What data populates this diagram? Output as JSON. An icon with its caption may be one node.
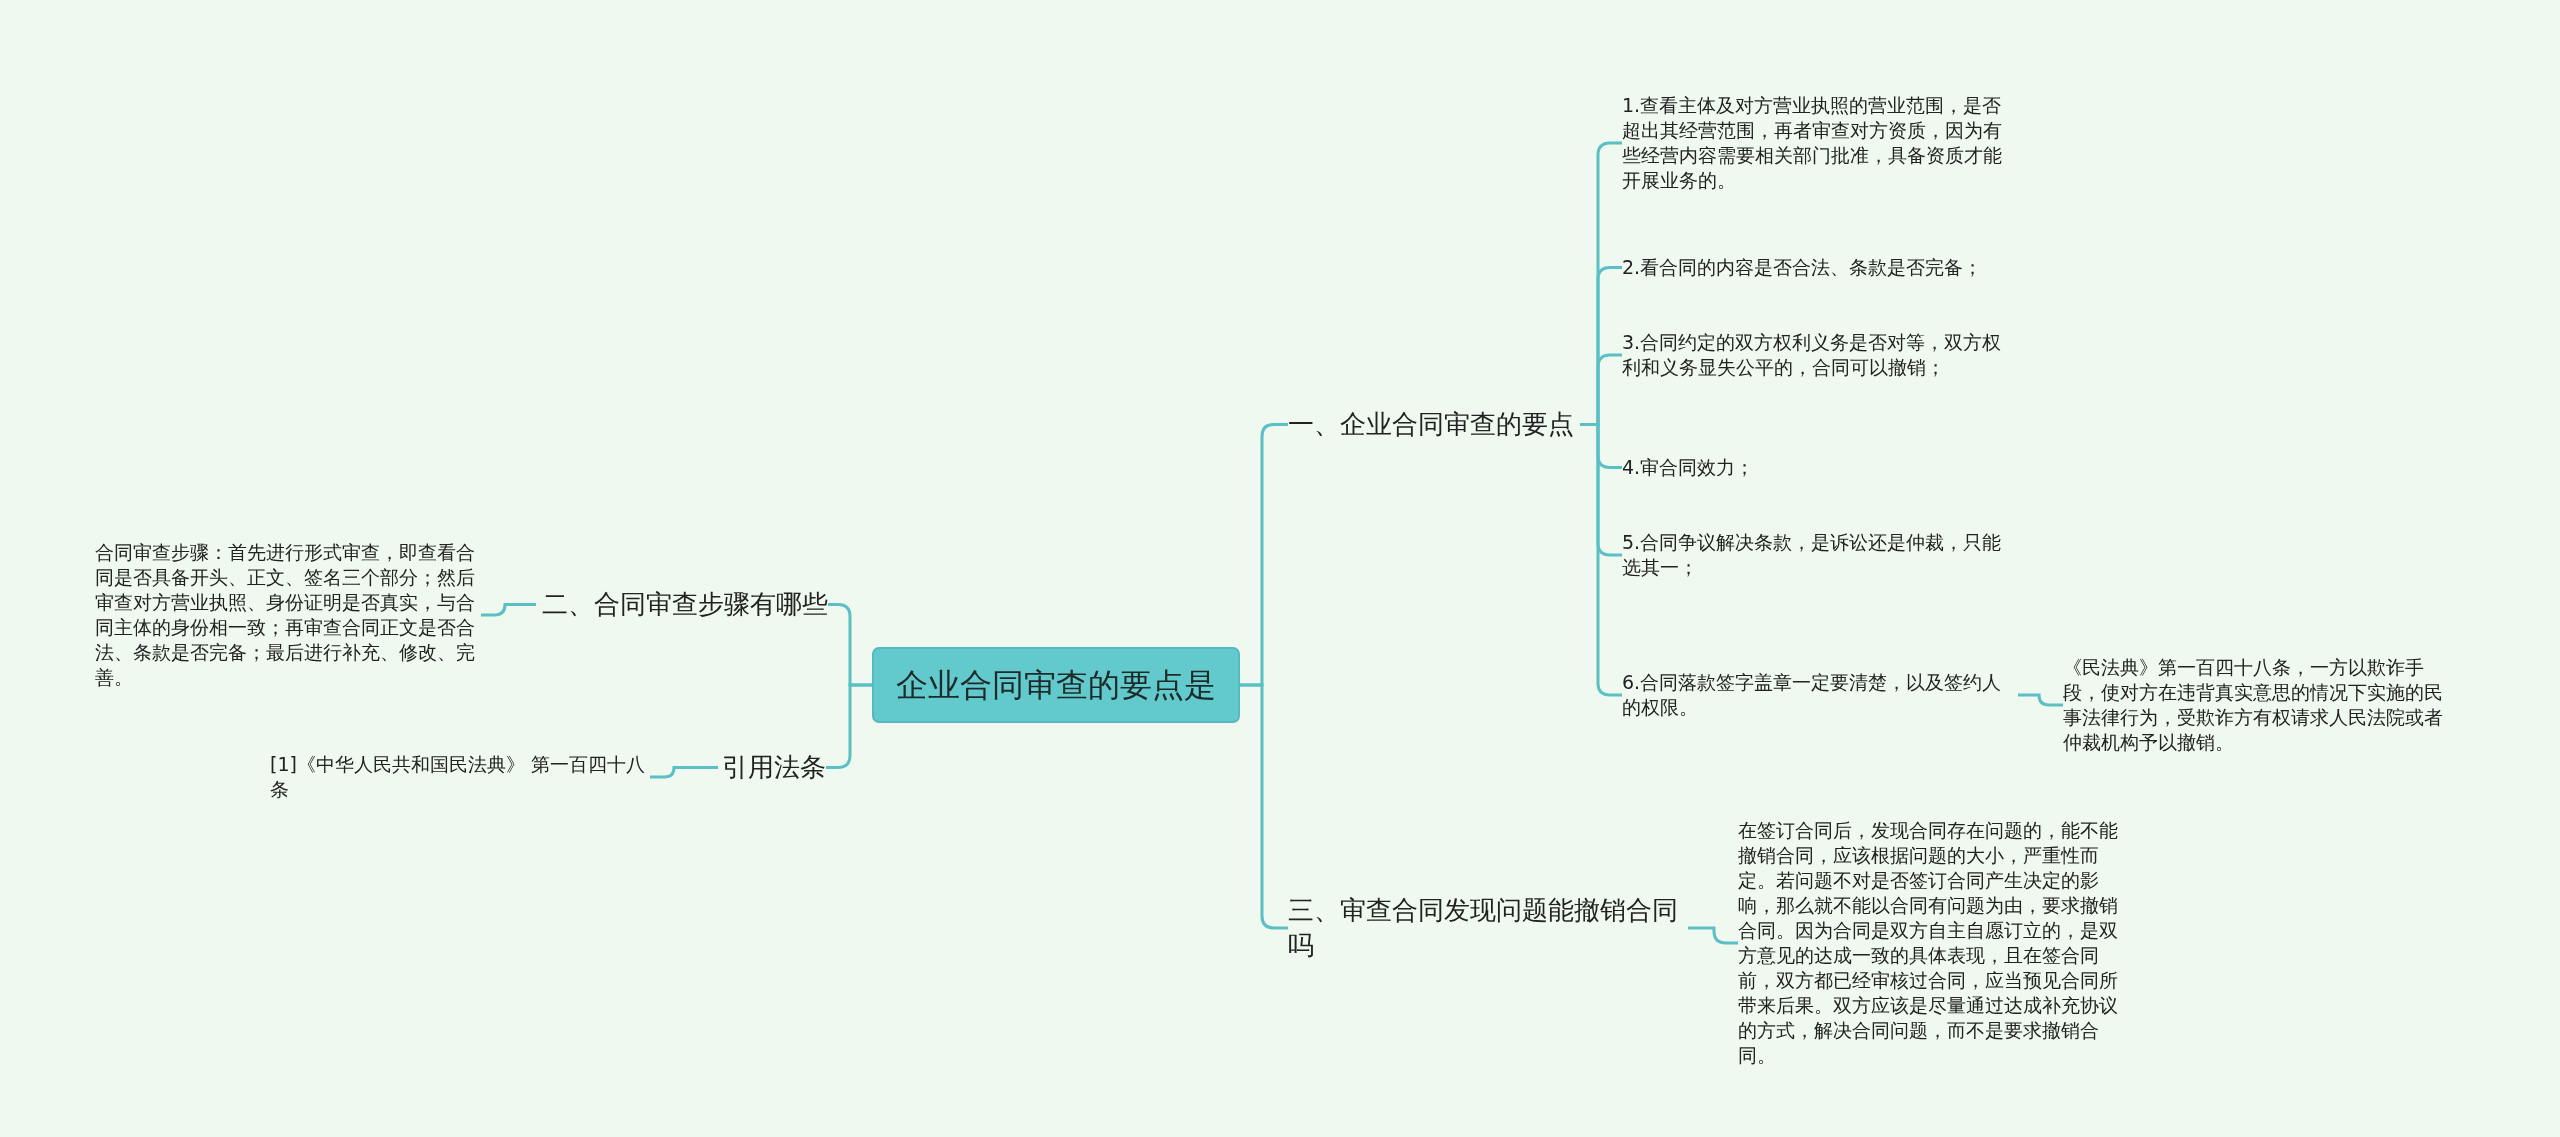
{
  "diagram": {
    "nodes": [
      {
        "text": [
          "企业合同审查的要点是"
        ]
      },
      {
        "text": [
          "一、企业合同审查的要点"
        ]
      },
      {
        "text": [
          "1.查看主体及对方营业执照的营业范围，是否超出其经营范围，再者审查对方资质，因为有些经营内容需要相关部门批准，具备资质才能开展业务的。"
        ]
      },
      {
        "text": [
          "2.看合同的内容是否合法、条款是否完备；"
        ]
      },
      {
        "text": [
          "3.合同约定的双方权利义务是否对等，双方权利和义务显失公平的，合同可以撤销；"
        ]
      },
      {
        "text": [
          "4.审合同效力；"
        ]
      },
      {
        "text": [
          "5.合同争议解决条款，是诉讼还是仲裁，只能选其一；"
        ]
      },
      {
        "text": [
          "6.合同落款签字盖章一定要清楚，以及签约人的权限。"
        ]
      },
      {
        "text": [
          "《民法典》第一百四十八条，一方以欺诈手段，使对方在违背真实意思的情况下实施的民事法律行为，受欺诈方有权请求人民法院或者仲裁机构予以撤销。"
        ]
      },
      {
        "text": [
          "三、审查合同发现问题能撤销合同吗"
        ]
      },
      {
        "text": [
          "在签订合同后，发现合同存在问题的，能不能撤销合同，应该根据问题的大小，严重性而定。若问题不对是否签订合同产生决定的影响，那么就不能以合同有问题为由，要求撤销合同。因为合同是双方自主自愿订立的，是双方意见的达成一致的具体表现，且在签合同前，双方都已经审核过合同，应当预见合同所带来后果。双方应该是尽量通过达成补充协议的方式，解决合同问题，而不是要求撤销合同。"
        ]
      },
      {
        "text": [
          "二、合同审查步骤有哪些"
        ]
      },
      {
        "text": [
          "合同审查步骤：首先进行形式审查，即查看合同是否具备开头、正文、签名三个部分；然后审查对方营业执照、身份证明是否真实，与合同主体的身份相一致；再审查合同正文是否合法、条款是否完备；最后进行补充、修改、完善。"
        ]
      },
      {
        "text": [
          "引用法条"
        ]
      },
      {
        "text": [
          "[1]《中华人民共和国民法典》 第一百四十八条"
        ]
      }
    ],
    "edges": [
      {
        "from": 0,
        "to": 1,
        "arrow": "none"
      },
      {
        "from": 1,
        "to": 2,
        "arrow": "none"
      },
      {
        "from": 1,
        "to": 3,
        "arrow": "none"
      },
      {
        "from": 1,
        "to": 4,
        "arrow": "none"
      },
      {
        "from": 1,
        "to": 5,
        "arrow": "none"
      },
      {
        "from": 1,
        "to": 6,
        "arrow": "none"
      },
      {
        "from": 1,
        "to": 7,
        "arrow": "none"
      },
      {
        "from": 7,
        "to": 8,
        "arrow": "none"
      },
      {
        "from": 0,
        "to": 9,
        "arrow": "none"
      },
      {
        "from": 9,
        "to": 10,
        "arrow": "none"
      },
      {
        "from": 0,
        "to": 11,
        "arrow": "none"
      },
      {
        "from": 11,
        "to": 12,
        "arrow": "none"
      },
      {
        "from": 0,
        "to": 13,
        "arrow": "none"
      },
      {
        "from": 13,
        "to": 14,
        "arrow": "none"
      }
    ]
  }
}
